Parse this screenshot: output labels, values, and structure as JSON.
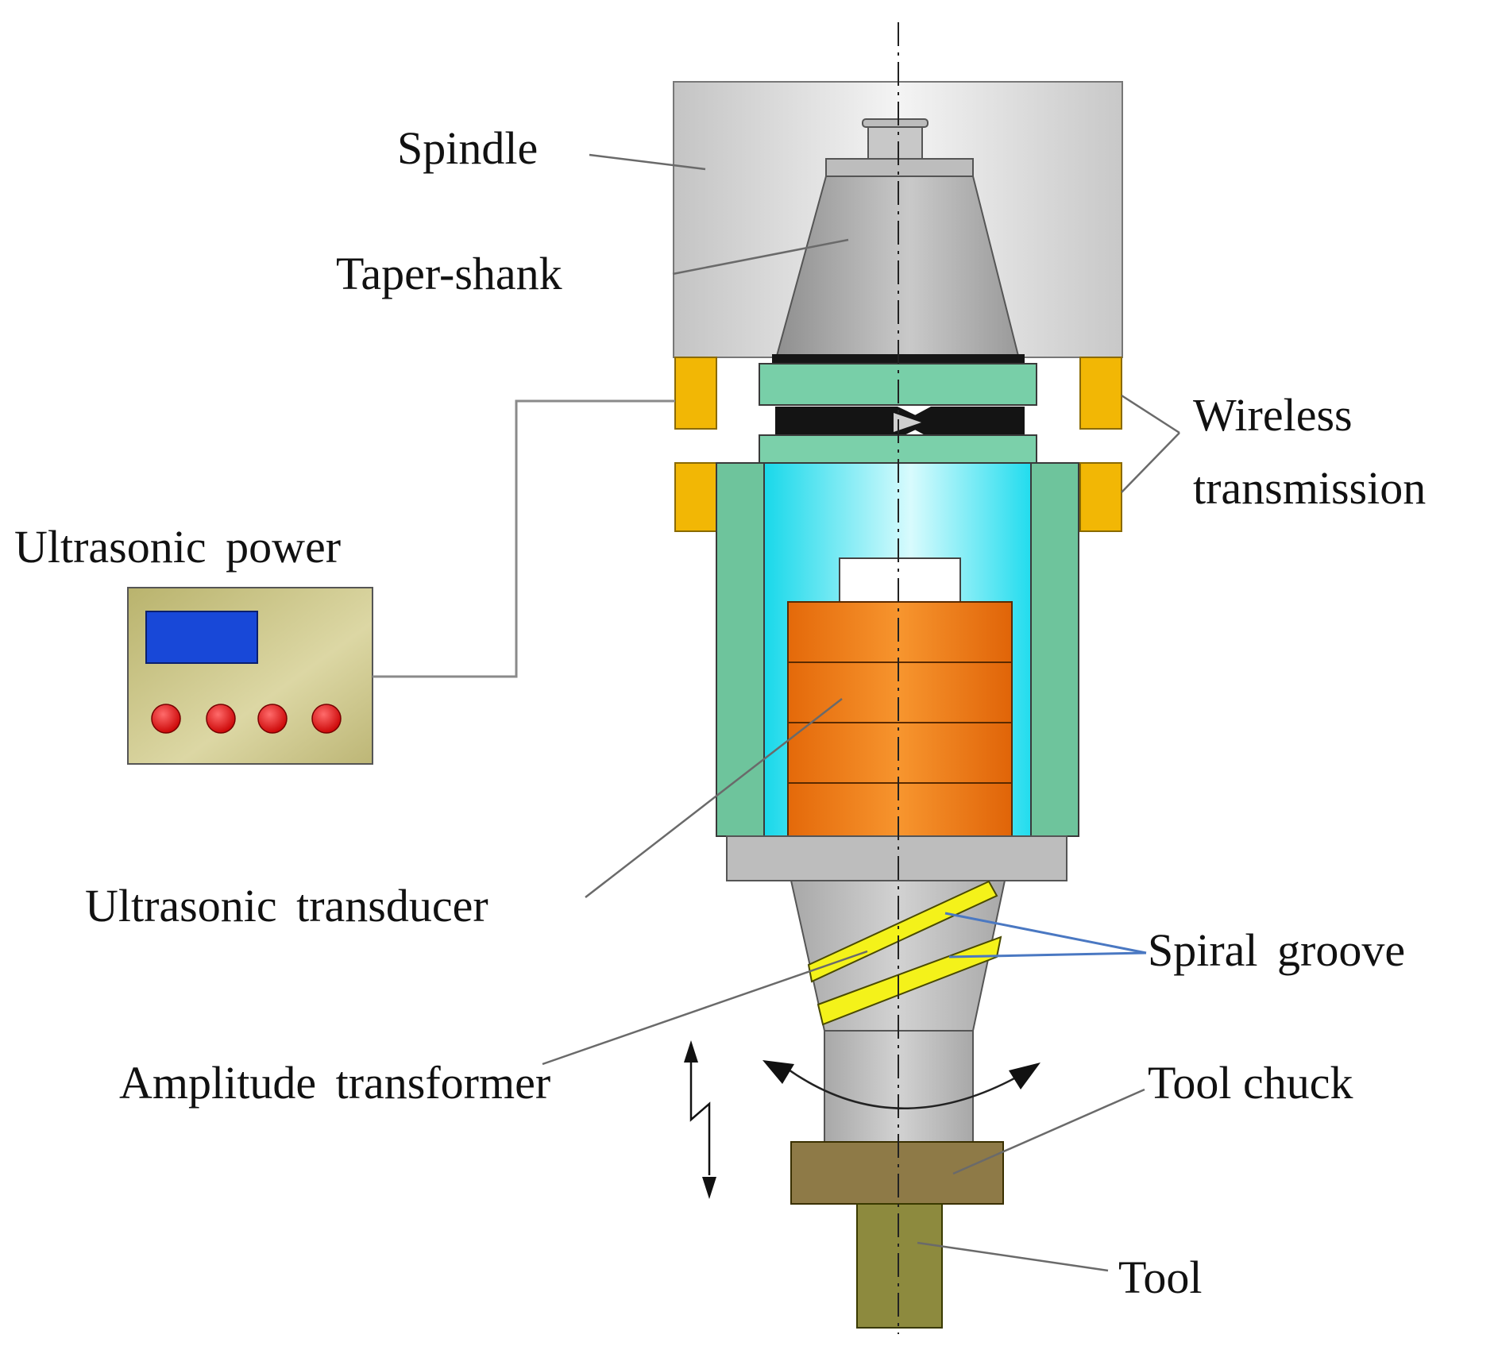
{
  "labels": {
    "spindle": "Spindle",
    "taper_shank": "Taper-shank",
    "wireless_line1": "Wireless",
    "wireless_line2": "transmission",
    "ultrasonic_power": "Ultrasonic power",
    "ultrasonic_transducer": "Ultrasonic transducer",
    "spiral_groove": "Spiral groove",
    "amplitude_transformer": "Amplitude transformer",
    "tool_chuck": "Tool chuck",
    "tool": "Tool"
  },
  "colors": {
    "spindle_fill": "#dcdcdc",
    "taper_fill": "#a9a9a9",
    "housing_green": "#6fc7a0",
    "inner_cyan": "#37e3f0",
    "transducer_orange": "#ef7a12",
    "wireless_coil_yellow": "#f2b705",
    "power_box": "#c9c48a",
    "power_display": "#1848d8",
    "power_buttons": "#e01212",
    "spiral_groove_yellow": "#f4f21a",
    "chuck_brown": "#8e7a47",
    "tool_olive": "#8d8a3e",
    "leader_blue": "#4a78c2"
  },
  "power_button_count": 4
}
